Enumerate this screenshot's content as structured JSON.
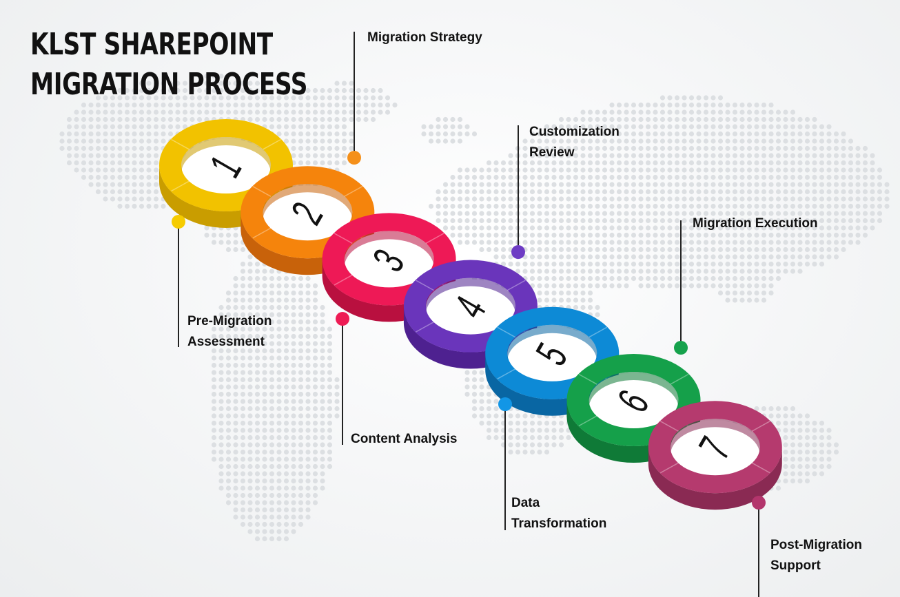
{
  "title": {
    "line1": "KLST SHAREPOINT",
    "line2": "MIGRATION PROCESS"
  },
  "steps": [
    {
      "number": "1",
      "label_line1": "Pre-Migration",
      "label_line2": "Assessment",
      "color": "#f2c200",
      "dark": "#c99d00",
      "dot": "#f6cc00"
    },
    {
      "number": "2",
      "label_line1": "Migration Strategy",
      "label_line2": "",
      "color": "#f5840c",
      "dark": "#c8620a",
      "dot": "#f5901a"
    },
    {
      "number": "3",
      "label_line1": "Content Analysis",
      "label_line2": "",
      "color": "#ee1956",
      "dark": "#b9103f",
      "dot": "#ee1c55"
    },
    {
      "number": "4",
      "label_line1": "Customization",
      "label_line2": "Review",
      "color": "#6a35bb",
      "dark": "#4e2190",
      "dot": "#6e3cc4"
    },
    {
      "number": "5",
      "label_line1": "Data",
      "label_line2": "Transformation",
      "color": "#0d8ad6",
      "dark": "#0966a3",
      "dot": "#1296e6"
    },
    {
      "number": "6",
      "label_line1": "Migration Execution",
      "label_line2": "",
      "color": "#15a04a",
      "dark": "#0f7a37",
      "dot": "#16a24c"
    },
    {
      "number": "7",
      "label_line1": "Post-Migration",
      "label_line2": "Support",
      "color": "#b53a6e",
      "dark": "#8a2a53",
      "dot": "#b3356c"
    }
  ]
}
